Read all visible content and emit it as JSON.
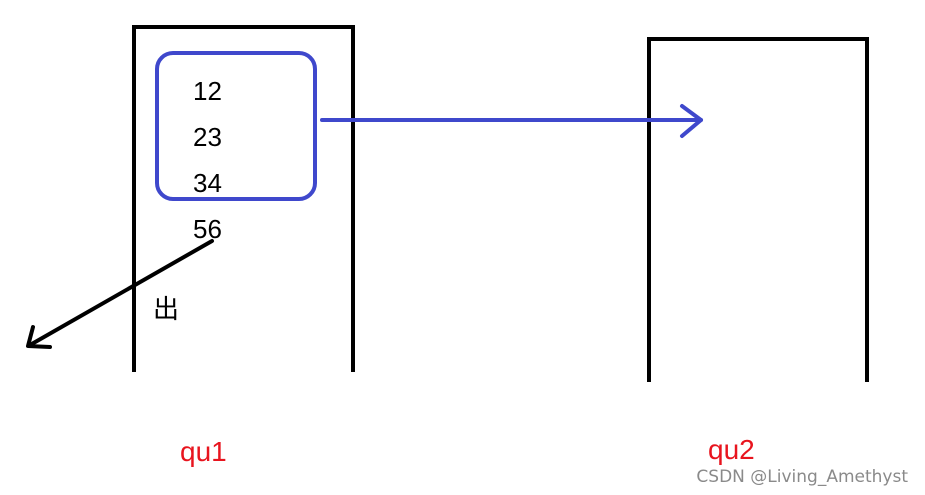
{
  "queues": [
    {
      "name": "qu1",
      "items": [
        "12",
        "23",
        "34",
        "56"
      ]
    },
    {
      "name": "qu2",
      "items": []
    }
  ],
  "out_label": "出",
  "watermark": "CSDN @Living_Amethyst",
  "colors": {
    "outline": "#000000",
    "highlight": "#3f48cc",
    "label": "#e8141e",
    "watermark": "#8a8a8a"
  }
}
